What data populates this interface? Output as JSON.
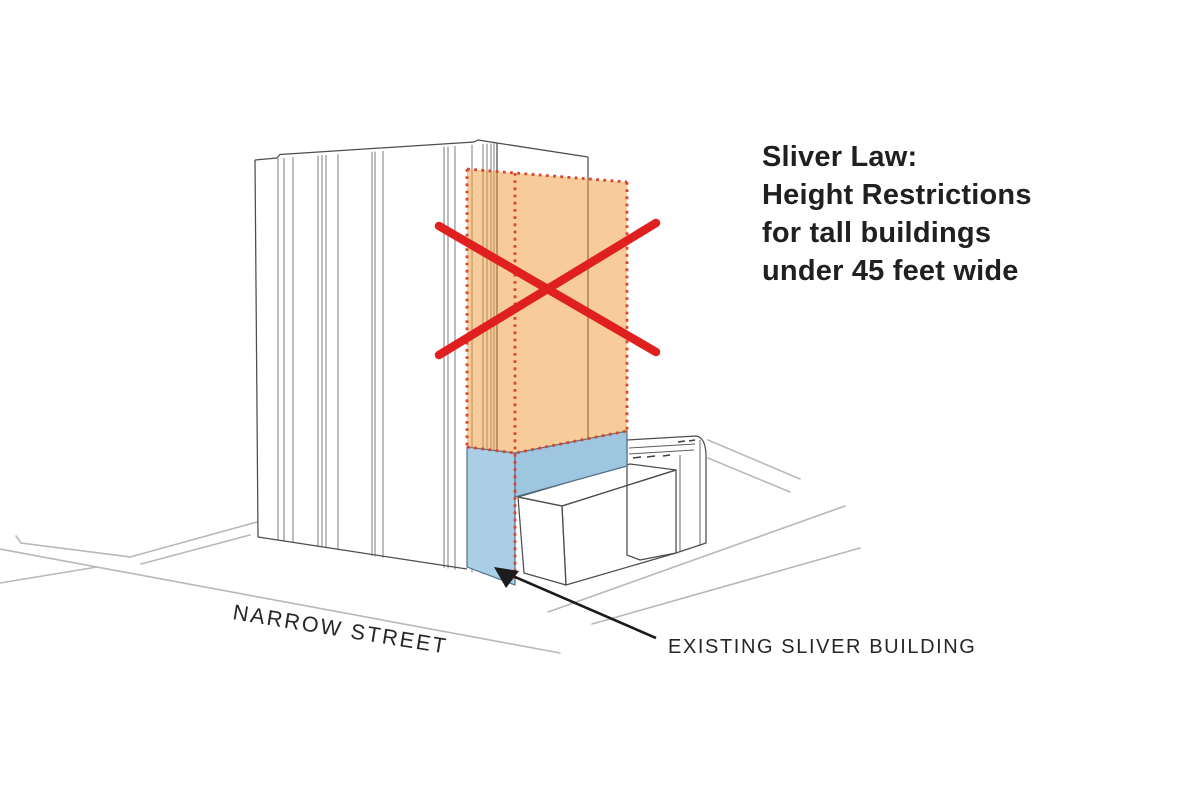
{
  "title": {
    "line1": "Sliver Law:",
    "line2": "Height Restrictions",
    "line3": "for tall buildings",
    "line4": "under 45 feet wide"
  },
  "street_label": "NARROW STREET",
  "callout_label": "EXISTING SLIVER BUILDING",
  "colors": {
    "prohibited_fill": "#EF9A35",
    "prohibited_edge_dash": "#D9442B",
    "x_mark": "#DF201E",
    "sliver_front": "#A9CEE6",
    "sliver_side": "#9FC6E0",
    "building_fill": "#FFFFFF",
    "building_outline": "#4D4D4D",
    "street_line": "#B6B8BA",
    "arrow": "#1C1C1C",
    "text": "#202020"
  }
}
